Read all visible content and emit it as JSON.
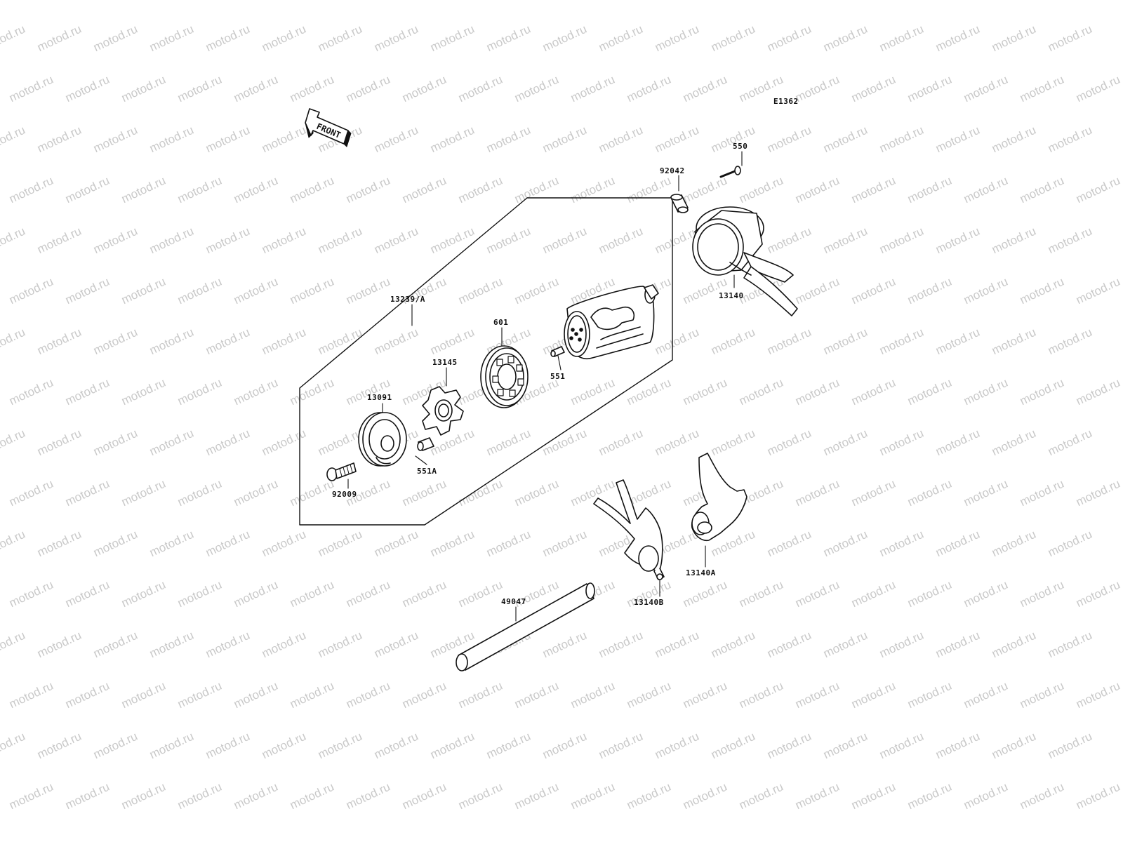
{
  "watermark": {
    "text": "motod.ru"
  },
  "diagram": {
    "code": "E1362",
    "front_arrow_label": "FRONT",
    "assembly_label": "13239/A",
    "callouts": {
      "p550": "550",
      "p92042": "92042",
      "p13140": "13140",
      "p601": "601",
      "p13145": "13145",
      "p551": "551",
      "p13091": "13091",
      "p551A": "551A",
      "p92009": "92009",
      "p49047": "49047",
      "p13140B": "13140B",
      "p13140A": "13140A"
    }
  }
}
